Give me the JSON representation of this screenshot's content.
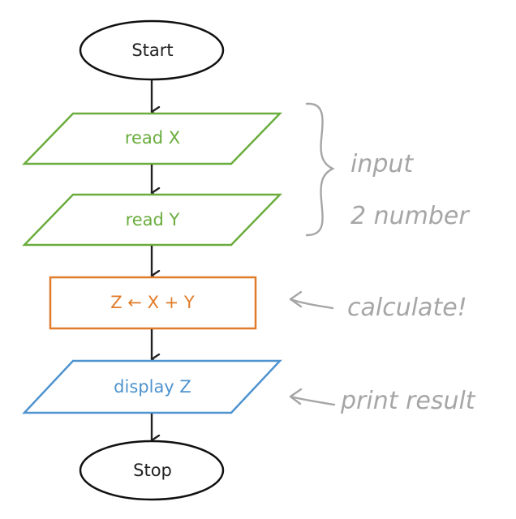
{
  "flowchart": {
    "start": "Start",
    "read_x": "read X",
    "read_y": "read Y",
    "calc": "Z ← X + Y",
    "display": "display Z",
    "stop": "Stop"
  },
  "annotations": {
    "input_line1": "input",
    "input_line2": "2 number",
    "calculate": "calculate!",
    "print": "print result"
  },
  "colors": {
    "input": "#6aad3e",
    "process": "#e07b2a",
    "output": "#4f93cf",
    "terminal": "#111111",
    "note": "#a6a6a6"
  }
}
